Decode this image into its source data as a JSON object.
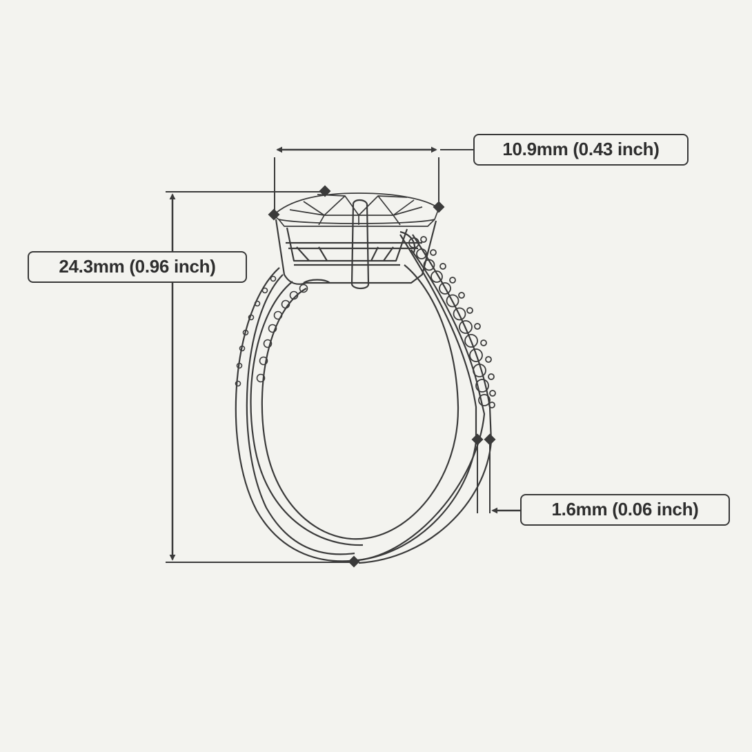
{
  "dimensions": {
    "width_label": "10.9mm (0.43 inch)",
    "height_label": "24.3mm (0.96 inch)",
    "band_label": "1.6mm (0.06 inch)"
  },
  "colors": {
    "line": "#3a3a3a",
    "background": "#f3f3ef",
    "label_border": "#383838"
  }
}
